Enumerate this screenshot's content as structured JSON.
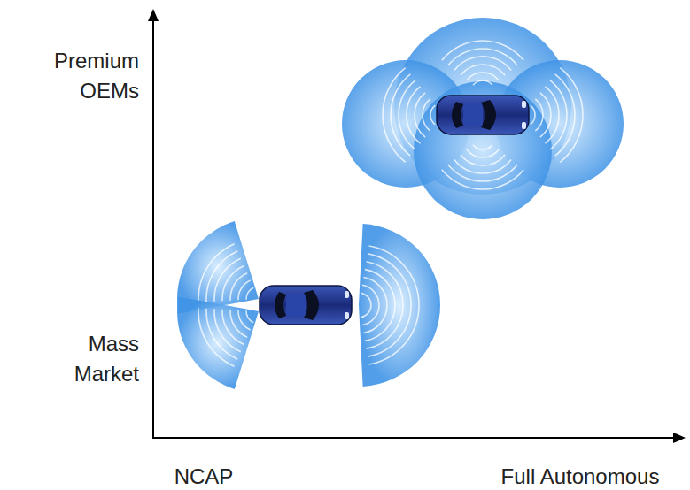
{
  "diagram": {
    "labels": [
      "Premium OEMs",
      "Mass Market",
      "NCAP",
      "Full Autonomous"
    ]
  }
}
